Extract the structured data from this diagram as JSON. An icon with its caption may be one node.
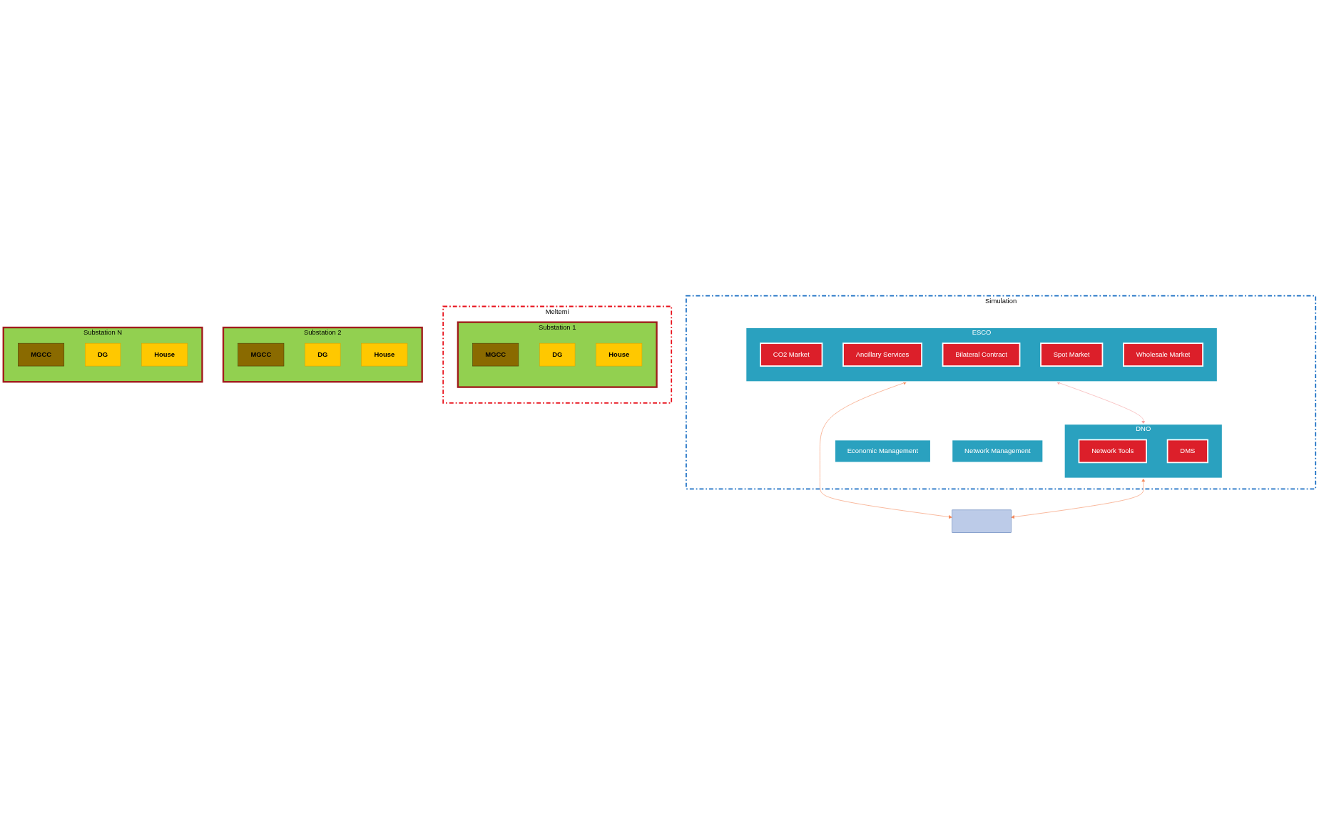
{
  "diagram": {
    "nodes": [
      {
        "text": [
          "Simulation"
        ]
      },
      {
        "text": [
          "ESCO"
        ],
        "in": 0
      },
      {
        "text": [
          "CO2 Market"
        ],
        "in": 1
      },
      {
        "text": [
          "Ancillary Services"
        ],
        "in": 1
      },
      {
        "text": [
          "Bilateral Contract"
        ],
        "in": 1
      },
      {
        "text": [
          "Spot Market"
        ],
        "in": 1
      },
      {
        "text": [
          "Wholesale Market"
        ],
        "in": 1
      },
      {
        "text": [
          "DNO"
        ],
        "in": 0
      },
      {
        "text": [
          "Network Tools"
        ],
        "in": 7
      },
      {
        "text": [
          "DMS"
        ],
        "in": 7
      },
      {
        "text": [
          "Economic Management"
        ],
        "in": 0
      },
      {
        "text": [
          "Network Management"
        ],
        "in": 0
      },
      {
        "text": [],
        "shape": "box"
      },
      {
        "text": [
          "Meltemi"
        ]
      },
      {
        "text": [
          "Substation 1"
        ],
        "in": 13
      },
      {
        "text": [
          "MGCC"
        ],
        "in": 14
      },
      {
        "text": [
          "DG"
        ],
        "in": 14
      },
      {
        "text": [
          "House"
        ],
        "in": 14
      },
      {
        "text": [
          "Substation 2"
        ]
      },
      {
        "text": [
          "MGCC"
        ],
        "in": 18
      },
      {
        "text": [
          "DG"
        ],
        "in": 18
      },
      {
        "text": [
          "House"
        ],
        "in": 18
      },
      {
        "text": [
          "Substation N"
        ]
      },
      {
        "text": [
          "MGCC"
        ],
        "in": 22
      },
      {
        "text": [
          "DG"
        ],
        "in": 22
      },
      {
        "text": [
          "House"
        ],
        "in": 22
      }
    ],
    "edges": [
      {
        "from": 1,
        "to": 7,
        "arrow": "both",
        "color": "#f4a0a0"
      },
      {
        "from": 1,
        "to": 12,
        "arrow": "both",
        "color": "#f58a5c"
      },
      {
        "from": 7,
        "to": 12,
        "arrow": "both",
        "color": "#f58a5c"
      }
    ]
  }
}
